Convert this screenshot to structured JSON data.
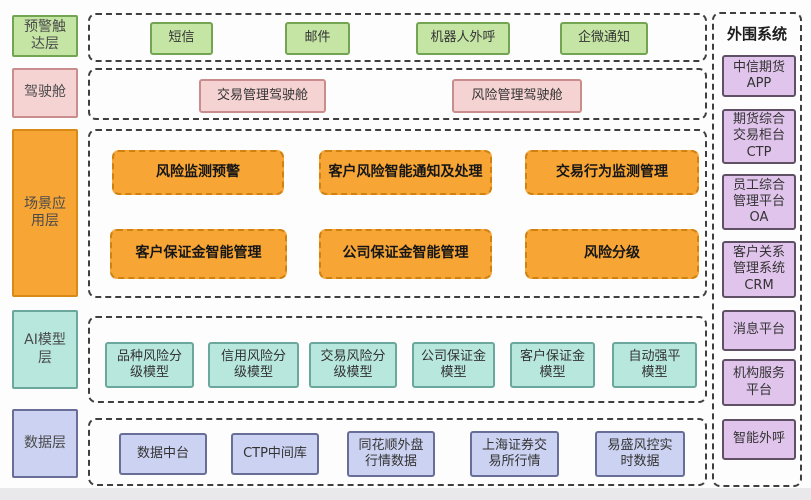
{
  "colors": {
    "green_fill": "#c5e5a5",
    "green_border": "#72a452",
    "pink_fill": "#f6d3d3",
    "pink_border": "#ca8d8d",
    "orange_fill": "#f7a636",
    "orange_border": "#d98a16",
    "teal_fill": "#b7e7dd",
    "teal_border": "#6ba79c",
    "periwinkle_fill": "#ccd2f1",
    "periwinkle_border": "#686e97",
    "lavender_fill": "#e1c4ec",
    "lavender_border": "#5f5066",
    "dash_border": "#3f3f3f"
  },
  "left_layers": [
    {
      "label": "预警触\n达层"
    },
    {
      "label": "驾驶舱"
    },
    {
      "label": "场景应\n用层"
    },
    {
      "label": "AI模型\n层"
    },
    {
      "label": "数据层"
    }
  ],
  "alert_layer": {
    "items": [
      "短信",
      "邮件",
      "机器人外呼",
      "企微通知"
    ]
  },
  "cockpit_layer": {
    "items": [
      "交易管理驾驶舱",
      "风险管理驾驶舱"
    ]
  },
  "scenario_layer": {
    "items": [
      "风险监测预警",
      "客户风险智能通知及处理",
      "交易行为监测管理",
      "客户保证金智能管理",
      "公司保证金智能管理",
      "风险分级"
    ]
  },
  "ai_layer": {
    "items": [
      "品种风险分\n级模型",
      "信用风险分\n级模型",
      "交易风险分\n级模型",
      "公司保证金\n模型",
      "客户保证金\n模型",
      "自动强平\n模型"
    ]
  },
  "data_layer": {
    "items": [
      "数据中台",
      "CTP中间库",
      "同花顺外盘\n行情数据",
      "上海证券交\n易所行情",
      "易盛风控实\n时数据"
    ]
  },
  "sidebar": {
    "title": "外围系统",
    "items": [
      "中信期货\nAPP",
      "期货综合\n交易柜台\nCTP",
      "员工综合\n管理平台\nOA",
      "客户关系\n管理系统\nCRM",
      "消息平台",
      "机构服务\n平台",
      "智能外呼"
    ]
  }
}
